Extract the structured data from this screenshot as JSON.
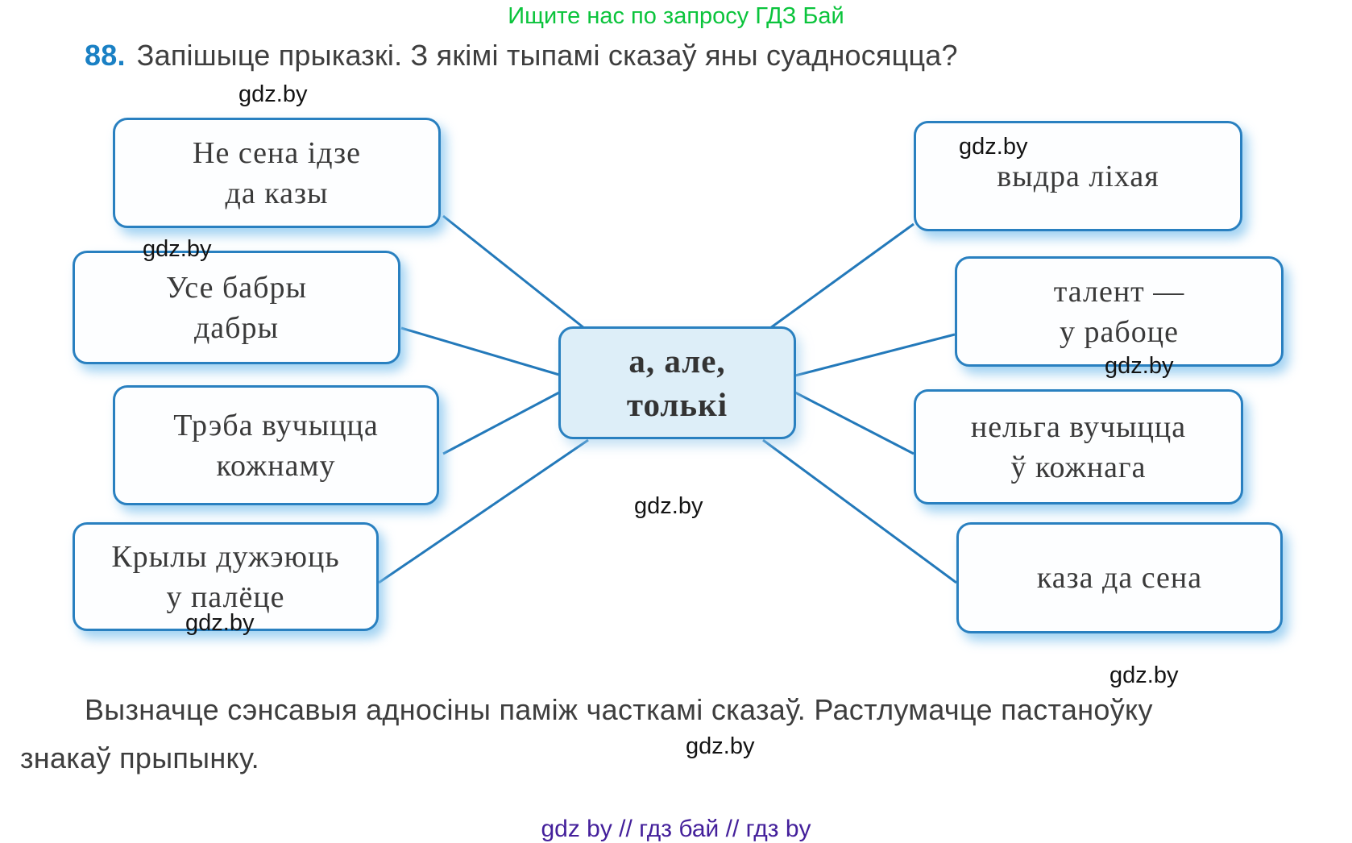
{
  "promo_top": "Ищите нас по запросу ГДЗ Бай",
  "task": {
    "number": "88.",
    "text": "Запішыце прыказкі. З якімі тыпамі сказаў яны суадносяцца?"
  },
  "watermark": {
    "text": "gdz.by"
  },
  "diagram": {
    "center": {
      "line1": "а, але,",
      "line2": "толькі"
    },
    "left_boxes": [
      {
        "line1": "Не сена ідзе",
        "line2": "да казы"
      },
      {
        "line1": "Усе бабры",
        "line2": "дабры"
      },
      {
        "line1": "Трэба вучыцца",
        "line2": "кожнаму"
      },
      {
        "line1": "Крылы дужэюць",
        "line2": "у палёце"
      }
    ],
    "right_boxes": [
      {
        "line1": "выдра ліхая",
        "line2": ""
      },
      {
        "line1": "талент —",
        "line2": "у рабоце"
      },
      {
        "line1": "нельга вучыцца",
        "line2": "ў кожнага"
      },
      {
        "line1": "каза да сена",
        "line2": ""
      }
    ]
  },
  "bottom_task": {
    "line1": "Вызначце сэнсавыя адносіны паміж часткамі сказаў. Растлумачце пастаноўку",
    "line2": "знакаў прыпынку."
  },
  "promo_bottom": "gdz by  //  гдз бай  //  гдз by",
  "colors": {
    "connector_blue": "#2379ba",
    "box_border_blue": "#2980c0",
    "center_fill": "#ddeef8",
    "task_number_blue": "#1a80c4",
    "promo_green": "#0bc43c",
    "promo_purple": "#44209b",
    "shadow_blue": "#bfe2f7"
  }
}
